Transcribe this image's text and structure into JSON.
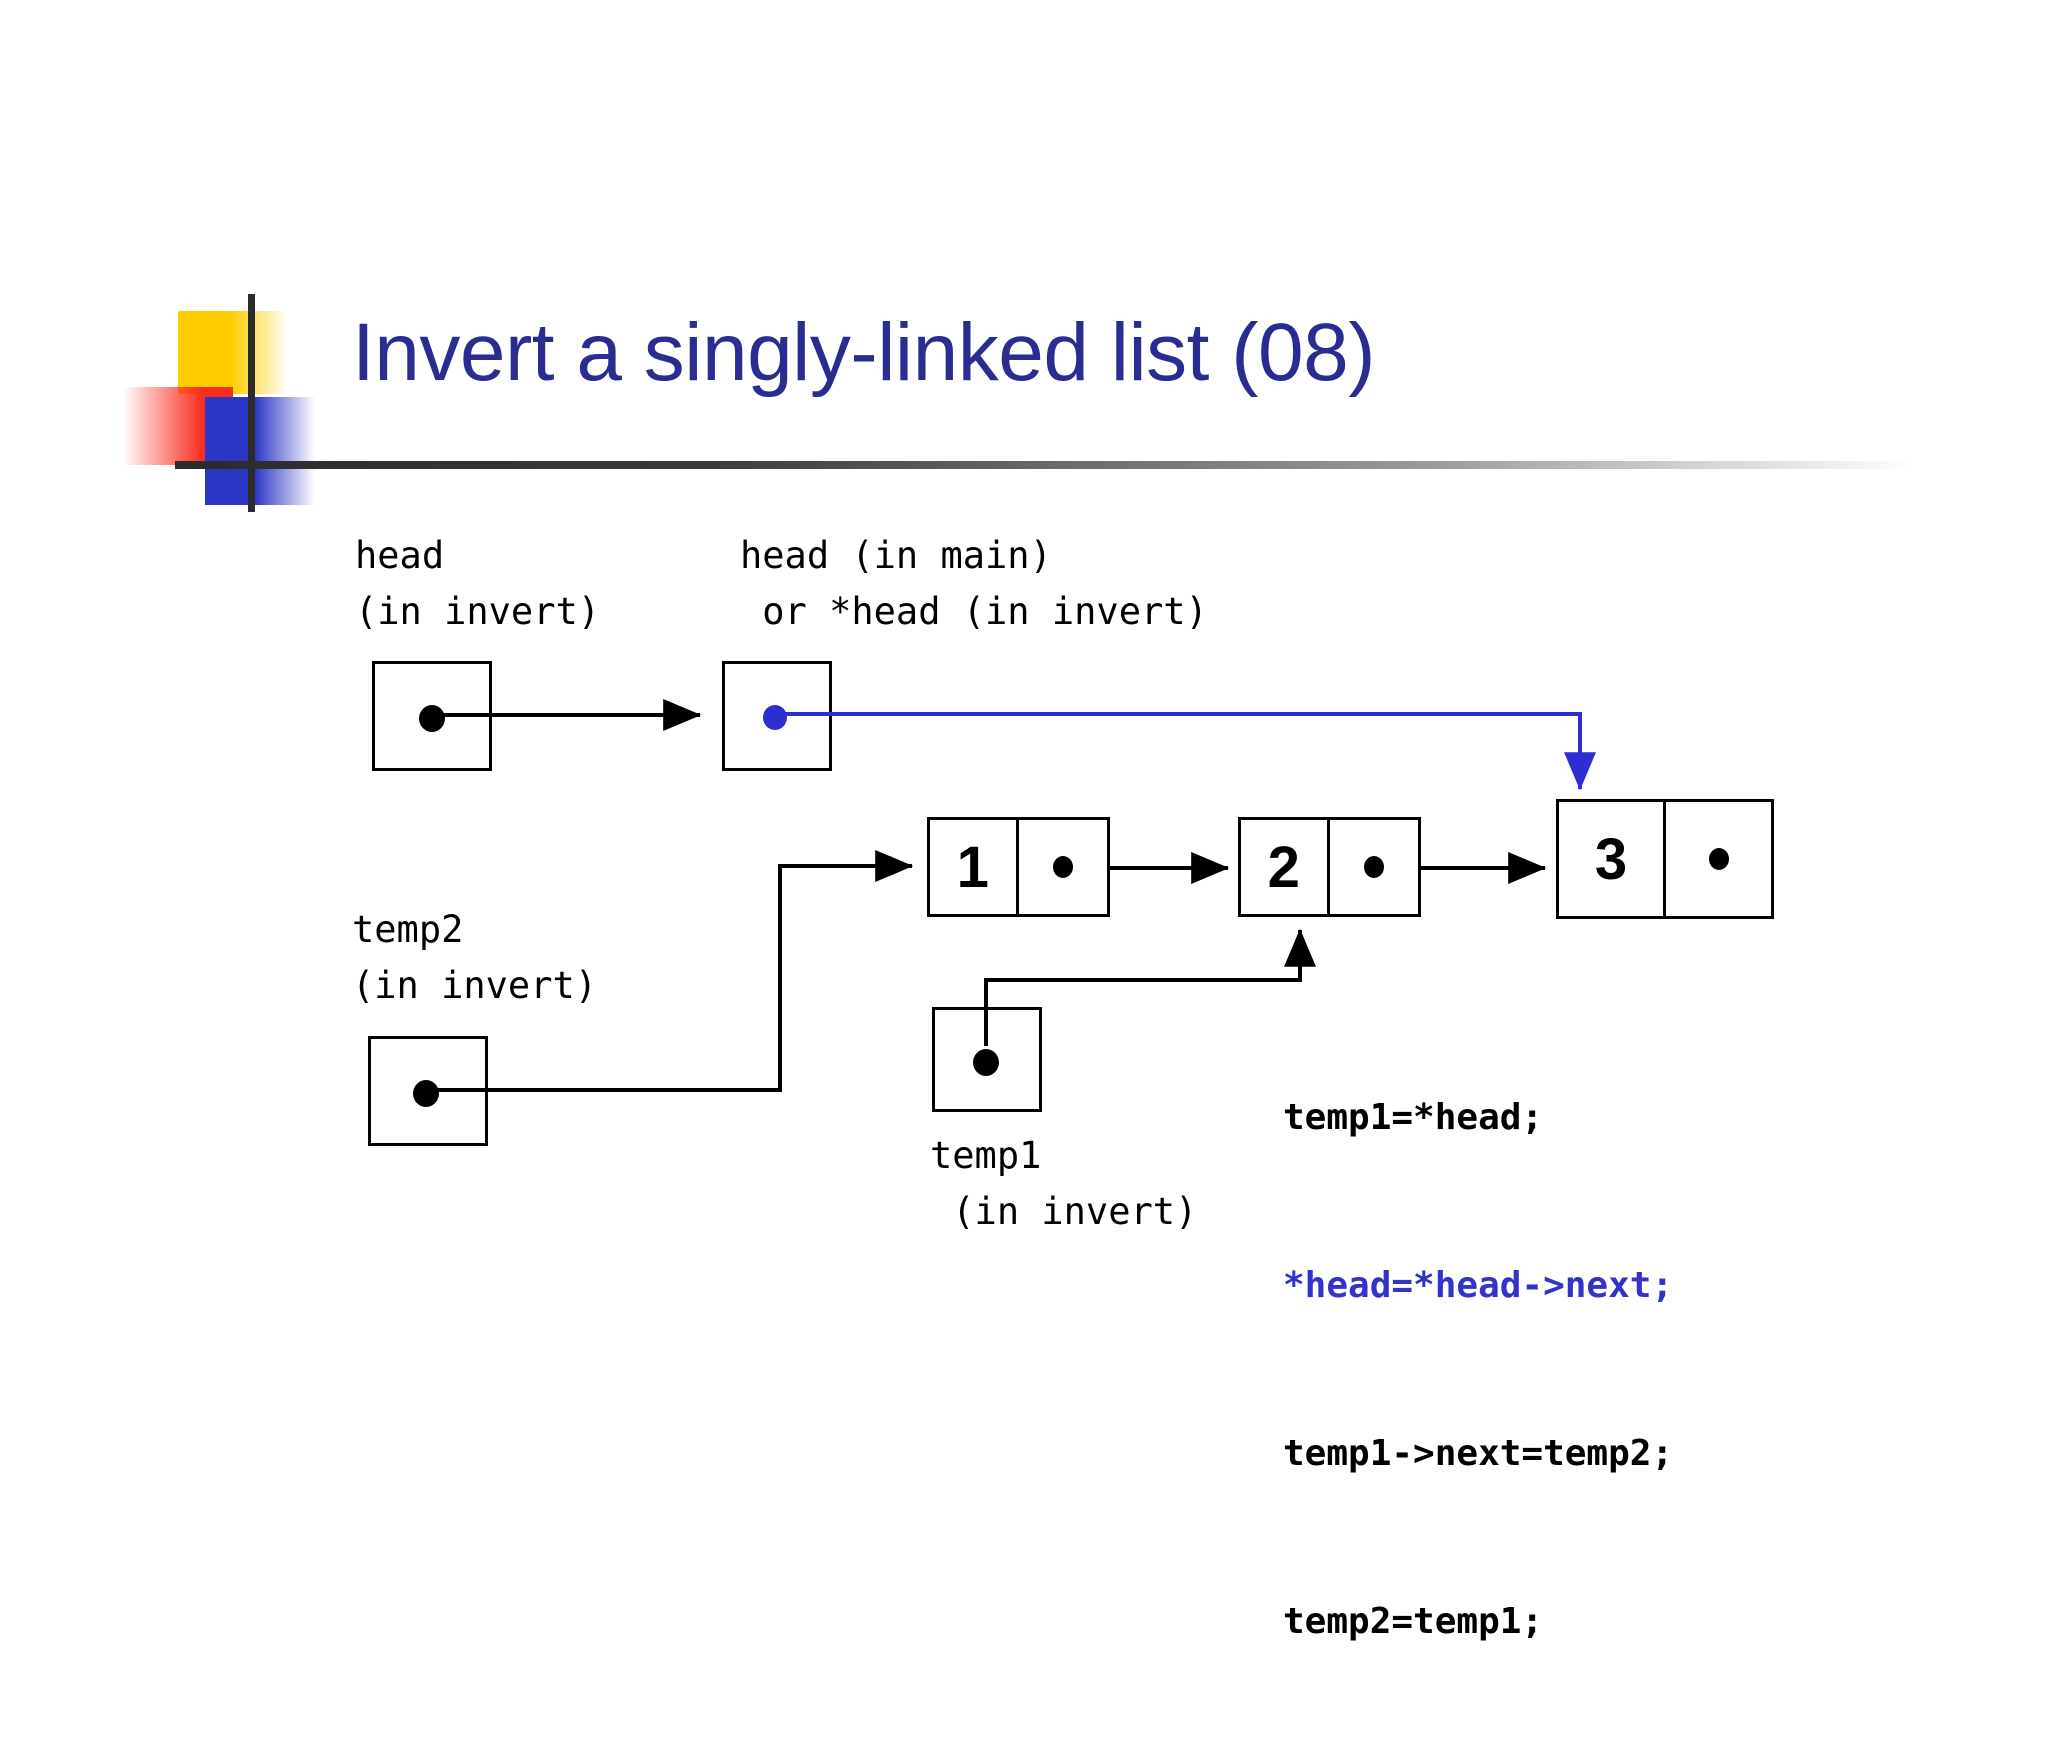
{
  "slide": {
    "title": "Invert a singly-linked list (08)",
    "title_color": "#2B2C91",
    "background": "#ffffff"
  },
  "decoration": {
    "yellow_color": "#FFCC00",
    "red_color": "#F92D20",
    "blue_color": "#2C36C4",
    "rule_color": "#2B2B2B"
  },
  "labels": {
    "head_invert_line1": "head",
    "head_invert_line2": "(in invert)",
    "head_main_line1": "head (in main)",
    "head_main_line2": " or *head (in invert)",
    "temp2_line1": "temp2",
    "temp2_line2": "(in invert)",
    "temp1_line1": "temp1",
    "temp1_line2": " (in invert)"
  },
  "nodes": [
    {
      "value": "1",
      "pointer": "dot"
    },
    {
      "value": "2",
      "pointer": "dot"
    },
    {
      "value": "3",
      "pointer": "dot"
    }
  ],
  "pointers": {
    "head_invert_dot_color": "#000000",
    "head_main_dot_color": "#2D2DD0",
    "temp2_dot_color": "#000000",
    "temp1_dot_color": "#000000"
  },
  "code": {
    "lines": [
      {
        "text": "temp1=*head;",
        "highlighted": false
      },
      {
        "text": "*head=*head->next;",
        "highlighted": true
      },
      {
        "text": "temp1->next=temp2;",
        "highlighted": false
      },
      {
        "text": "temp2=temp1;",
        "highlighted": false
      }
    ],
    "highlight_color": "#3333CC",
    "normal_color": "#000000"
  },
  "arrows": {
    "head_to_headmain_color": "#000000",
    "headmain_to_node3_color": "#2D2DD0",
    "temp2_to_node1_color": "#000000",
    "temp1_to_node2_color": "#000000",
    "node1_to_node2_color": "#000000",
    "node2_to_node3_color": "#000000"
  }
}
